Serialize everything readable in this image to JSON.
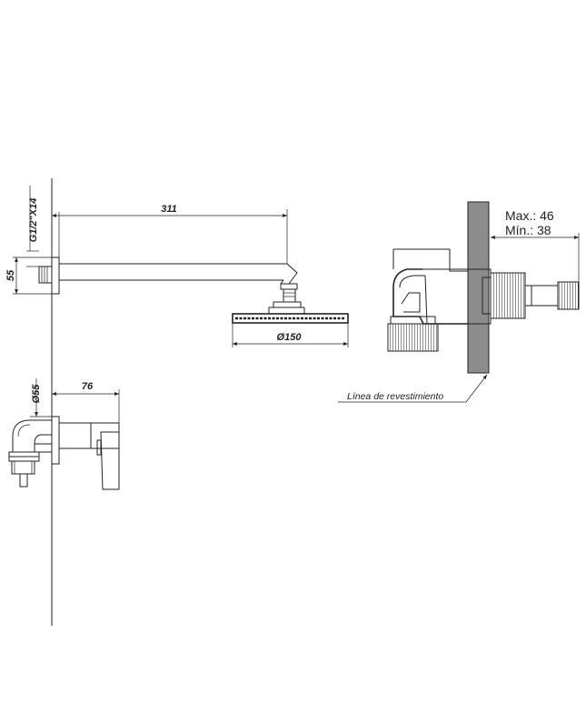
{
  "dimensions": {
    "arm_length": "311",
    "thread": "G1/2\"X14",
    "flange_height": "55",
    "head_diameter": "Ø150",
    "valve_flange_diameter": "Ø55",
    "valve_depth": "76"
  },
  "detail": {
    "max_label": "Max.: 46",
    "min_label": "Mín.: 38",
    "wall_line_label": "Línea de revestimiento"
  },
  "colors": {
    "line": "#222222",
    "wall_fill": "#8c8c8c"
  }
}
